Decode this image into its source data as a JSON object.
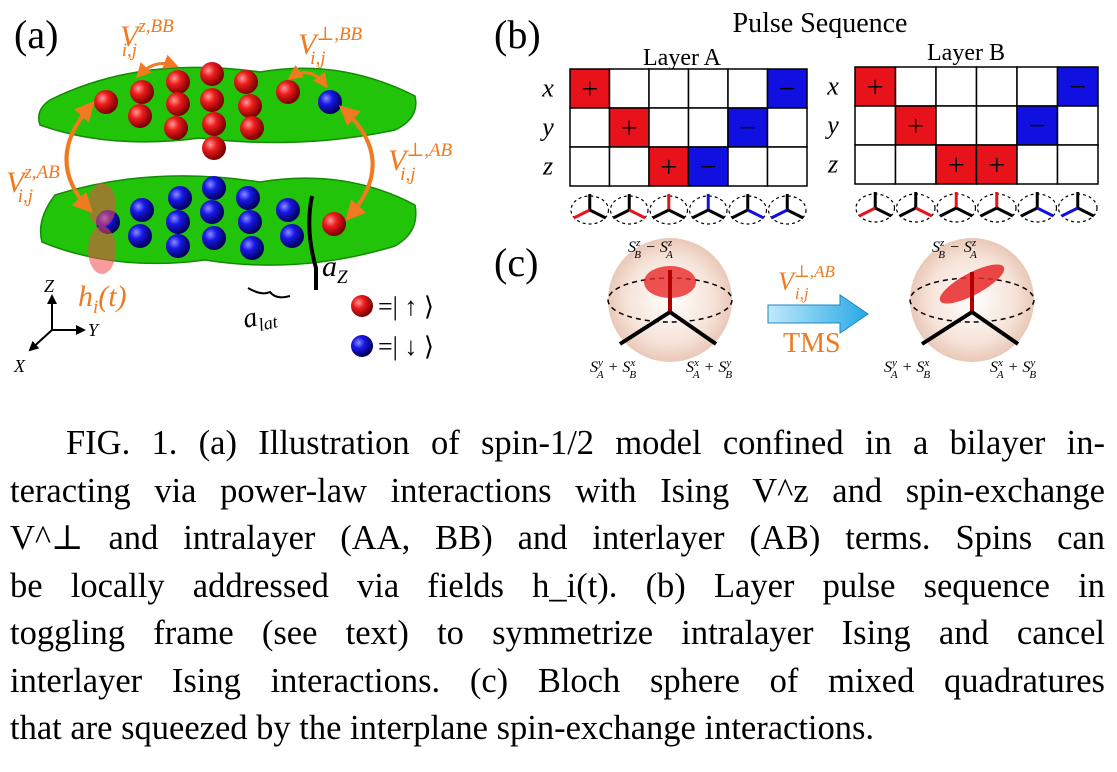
{
  "panel_a": {
    "label": "(a)",
    "v_intra_z": "V",
    "v_intra_z_sub": "i,j",
    "v_intra_z_sup": "z,BB",
    "v_intra_perp_sub": "i,j",
    "v_intra_perp_sup": "⊥,BB",
    "v_inter_z_sub": "i,j",
    "v_inter_z_sup": "z,AB",
    "v_inter_perp_sub": "i,j",
    "v_inter_perp_sup": "⊥,AB",
    "field": "h",
    "field_sub": "i",
    "field_arg": "(t)",
    "a_z": "a",
    "a_z_sub": "Z",
    "a_lat": "a",
    "a_lat_sub": "lat",
    "axis_z": "Z",
    "axis_y": "Y",
    "axis_x": "X",
    "legend_up": "=| ↑ ⟩",
    "legend_down": "=| ↓ ⟩",
    "colors": {
      "sheet": "#22c40a",
      "up": "#e8121a",
      "down": "#1010e0",
      "arrow": "#f07a1f"
    }
  },
  "panel_b": {
    "label": "(b)",
    "title": "Pulse Sequence",
    "layer_a": "Layer A",
    "layer_b": "Layer B",
    "rows": [
      "x",
      "y",
      "z"
    ],
    "grid_a": [
      [
        "+",
        "",
        "",
        "",
        "",
        "−"
      ],
      [
        "",
        "+",
        "",
        "",
        "−",
        ""
      ],
      [
        "",
        "",
        "+",
        "−",
        "",
        ""
      ]
    ],
    "grid_b": [
      [
        "+",
        "",
        "",
        "",
        "",
        "−"
      ],
      [
        "",
        "+",
        "",
        "",
        "−",
        ""
      ],
      [
        "",
        "",
        "+",
        "+",
        "",
        ""
      ]
    ],
    "colors": {
      "plus": "#e8121a",
      "minus": "#1010e0"
    }
  },
  "panel_c": {
    "label": "(c)",
    "top_left": "S",
    "top_expr": "S^z_B − S^z_A",
    "left_expr": "S^y_A + S^x_B",
    "right_expr": "S^x_A + S^y_B",
    "arrow_label_sub": "i,j",
    "arrow_label_sup": "⊥,AB",
    "tms": "TMS"
  },
  "caption": {
    "lines": [
      "FIG. 1.  (a) Illustration of spin-1/2 model confined in a bilayer in-",
      "teracting via power-law interactions with Ising V^z and spin-exchange",
      "V^⊥ and intralayer (AA, BB) and interlayer (AB) terms. Spins can",
      "be locally addressed via fields h_i(t). (b) Layer pulse sequence in",
      "toggling frame (see text) to symmetrize intralayer Ising and cancel",
      "interlayer Ising interactions. (c) Bloch sphere of mixed quadratures",
      "that are squeezed by the interplane spin-exchange interactions."
    ]
  }
}
